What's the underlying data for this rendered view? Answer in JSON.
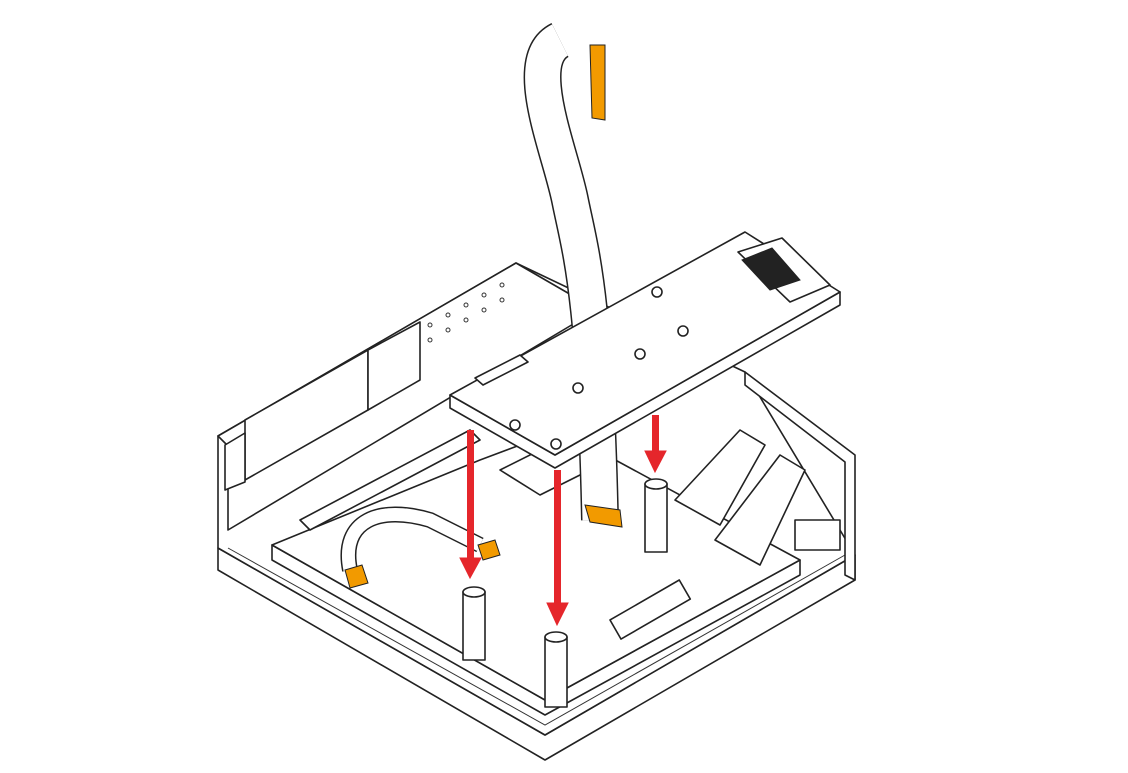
{
  "diagram": {
    "type": "assembly-illustration",
    "colors": {
      "line": "#222222",
      "background": "#ffffff",
      "cable_tip": "#f29a00",
      "arrow": "#e5262b"
    },
    "arrow_count": 3,
    "standoff_count": 3
  }
}
